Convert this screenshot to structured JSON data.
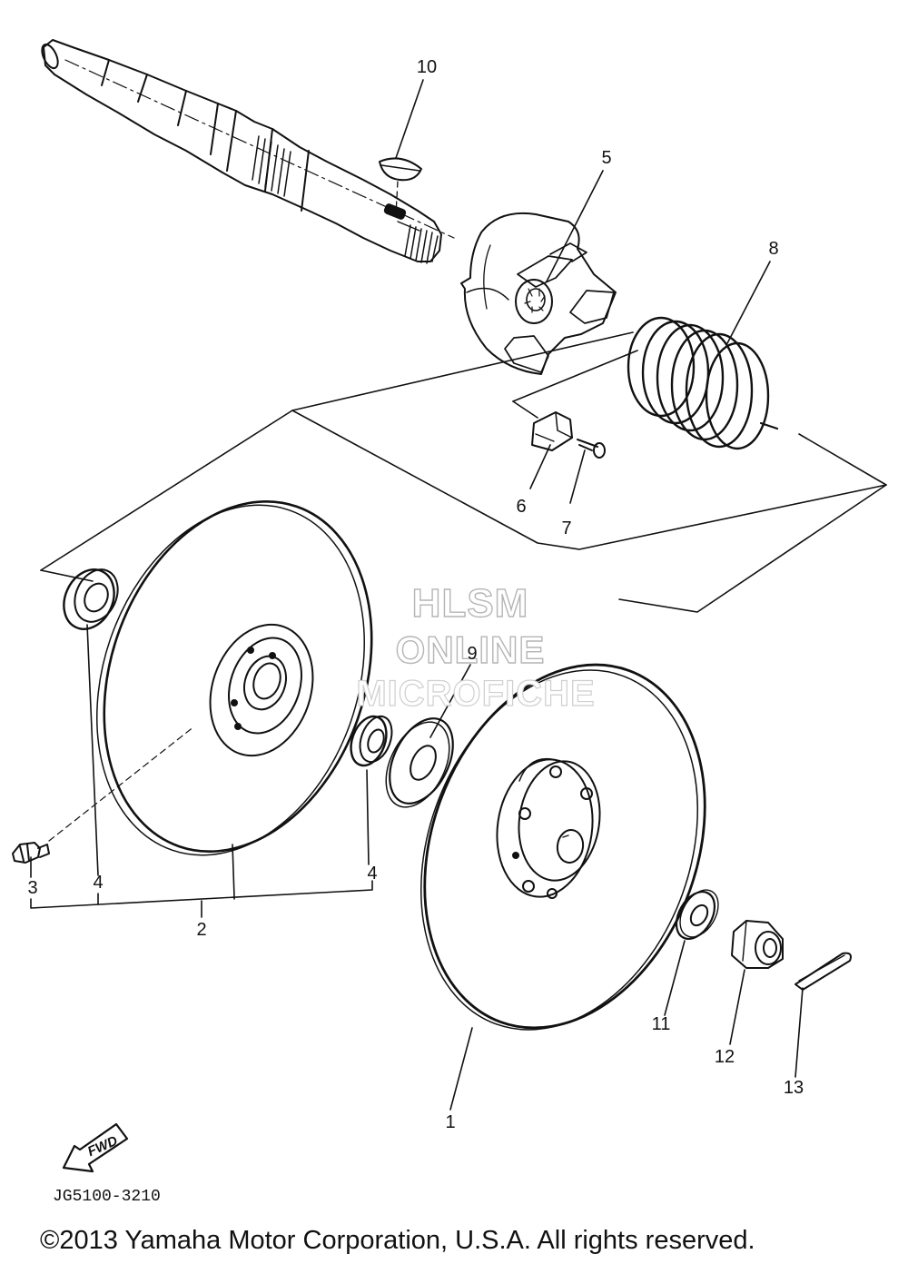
{
  "watermark": {
    "line1": "HLSM",
    "line2": "ONLINE",
    "line3": "MICROFICHE"
  },
  "callouts": {
    "n1": "1",
    "n2": "2",
    "n3": "3",
    "n4a": "4",
    "n4b": "4",
    "n5": "5",
    "n6": "6",
    "n7": "7",
    "n8": "8",
    "n9": "9",
    "n10": "10",
    "n11": "11",
    "n12": "12",
    "n13": "13"
  },
  "fwd_label": "FWD",
  "diagram_code": "JG5100-3210",
  "copyright": "©2013 Yamaha Motor Corporation, U.S.A. All rights reserved."
}
